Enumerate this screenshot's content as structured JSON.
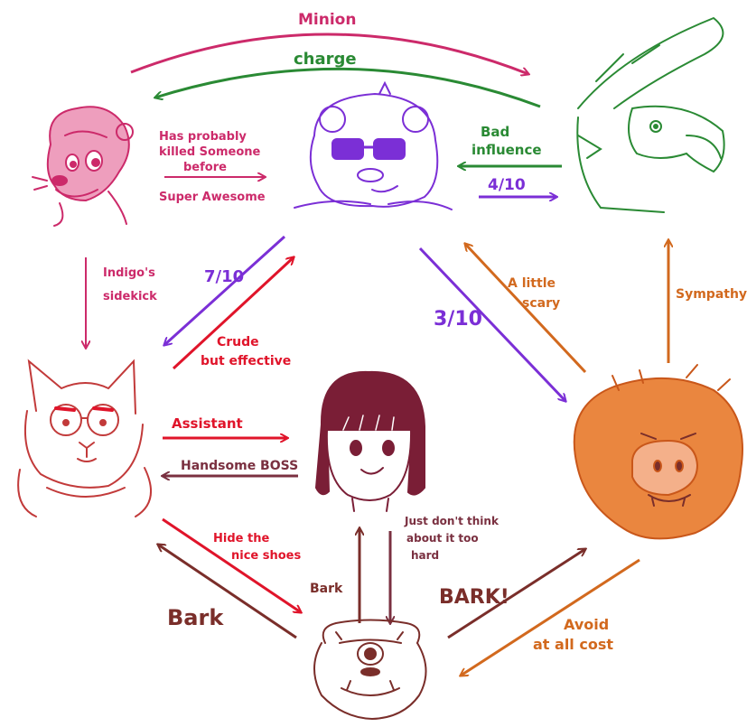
{
  "colors": {
    "magenta": "#cc2a6a",
    "green": "#2a8a34",
    "purple": "#7b2fd6",
    "red": "#e0142a",
    "maroon": "#7a3040",
    "brown": "#7a2e2a",
    "orange": "#d2691e",
    "cat": "#c23a3a"
  },
  "characters": [
    {
      "id": "pink-otter",
      "icon": "otter-face-icon"
    },
    {
      "id": "purple-bear",
      "icon": "bear-with-sunglasses-icon"
    },
    {
      "id": "green-bird",
      "icon": "bird-with-hat-icon"
    },
    {
      "id": "red-cat",
      "icon": "cat-with-glasses-icon"
    },
    {
      "id": "girl",
      "icon": "girl-with-bangs-icon"
    },
    {
      "id": "orange-boar",
      "icon": "boar-face-icon"
    },
    {
      "id": "bulldog",
      "icon": "one-eyed-bulldog-icon"
    }
  ],
  "labels": {
    "minion": "Minion",
    "charge": "charge",
    "has_probably_1": "Has probably",
    "has_probably_2": "killed Someone",
    "has_probably_3": "before",
    "super_awesome": "Super Awesome",
    "bad_influence_1": "Bad",
    "bad_influence_2": "influence",
    "four_ten": "4/10",
    "indigos_1": "Indigo's",
    "indigos_2": "sidekick",
    "seven_ten": "7/10",
    "crude_1": "Crude",
    "crude_2": "but effective",
    "three_ten": "3/10",
    "little_scary_1": "A little",
    "little_scary_2": "scary",
    "sympathy": "Sympathy",
    "assistant": "Assistant",
    "handsome_boss": "Handsome BOSS",
    "hide_shoes_1": "Hide the",
    "hide_shoes_2": "nice shoes",
    "just_dont_1": "Just don't think",
    "just_dont_2": "about it too",
    "just_dont_3": "hard",
    "bark_small": "Bark",
    "bark_left": "Bark",
    "bark_big": "BARK!",
    "avoid_1": "Avoid",
    "avoid_2": "at all cost"
  }
}
